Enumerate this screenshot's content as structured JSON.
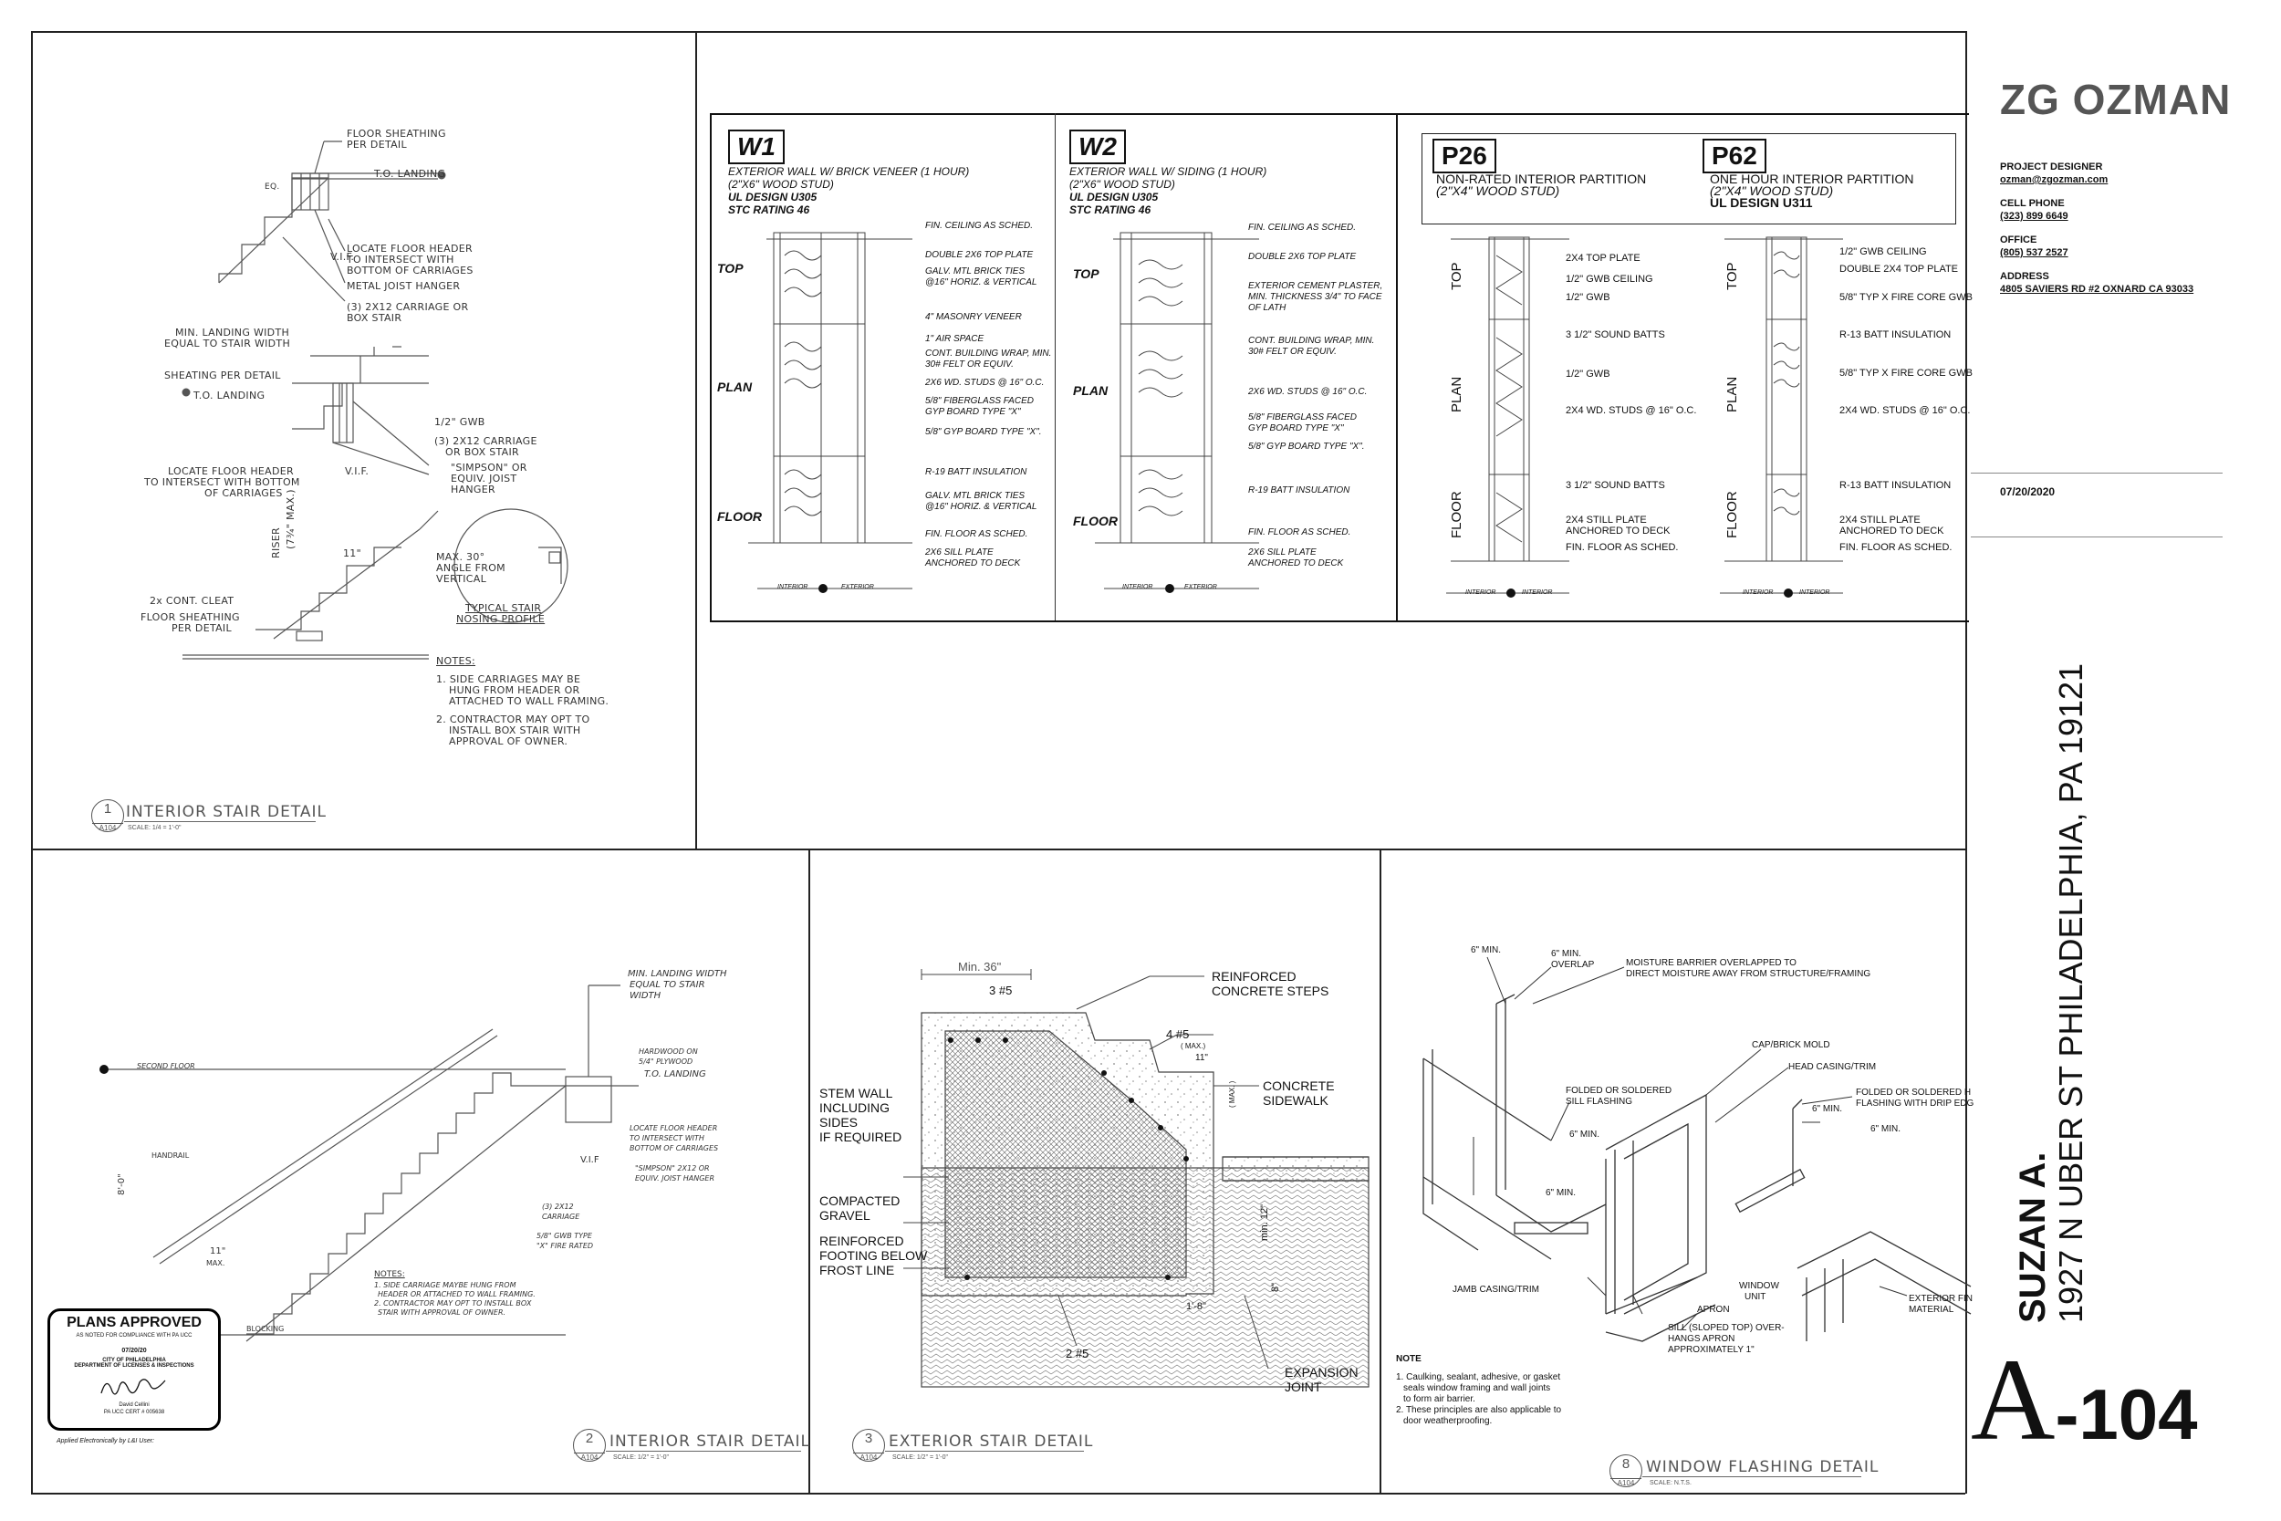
{
  "firm": {
    "name": "ZG OZMAN"
  },
  "contact": {
    "designer_label": "PROJECT DESIGNER",
    "designer_email": "ozman@zgozman.com",
    "cell_label": "CELL PHONE",
    "cell": "(323) 899 6649",
    "office_label": "OFFICE",
    "office": "(805) 537 2527",
    "address_label": "ADDRESS",
    "address": "4805 SAVIERS RD #2 OXNARD CA 93033"
  },
  "date": "07/20/2020",
  "client": {
    "name": "SUZAN A.",
    "address": "1927 N UBER ST PHILADELPHIA, PA 19121"
  },
  "sheet": {
    "prefix": "A",
    "number": "-104"
  },
  "details": {
    "d1": {
      "num": "1",
      "sheet": "A104",
      "title": "INTERIOR STAIR DETAIL",
      "scale": "SCALE: 1/4 = 1'-0\""
    },
    "d2": {
      "num": "2",
      "sheet": "A104",
      "title": "INTERIOR STAIR DETAIL",
      "scale": "SCALE: 1/2\" = 1'-0\""
    },
    "d3": {
      "num": "3",
      "sheet": "A104",
      "title": "EXTERIOR STAIR DETAIL",
      "scale": "SCALE: 1/2\" = 1'-0\""
    },
    "d8": {
      "num": "8",
      "sheet": "A104",
      "title": "WINDOW FLASHING DETAIL",
      "scale": "SCALE: N.T.S."
    }
  },
  "stair1": {
    "floor_sheathing": "FLOOR SHEATHING",
    "per_detail": "PER DETAIL",
    "to_landing": "T.O. LANDING",
    "locate_header_1": "LOCATE FLOOR HEADER",
    "locate_header_2": "TO INTERSECT WITH",
    "locate_header_3": "BOTTOM OF CARRIAGES",
    "metal_joist": "METAL JOIST HANGER",
    "carriage_1": "(3) 2X12 CARRIAGE OR",
    "carriage_2": "BOX STAIR",
    "min_landing_1": "MIN. LANDING WIDTH",
    "min_landing_2": "EQUAL TO STAIR WIDTH",
    "sheating": "SHEATING PER DETAIL",
    "to_landing_2": "T.O. LANDING",
    "gwb": "1/2\" GWB",
    "carriage_b1": "(3) 2X12 CARRIAGE",
    "carriage_b2": "OR BOX STAIR",
    "simpson_1": "\"SIMPSON\" OR",
    "simpson_2": "EQUIV. JOIST",
    "simpson_3": "HANGER",
    "locate_b1": "LOCATE FLOOR HEADER",
    "locate_b2": "TO INTERSECT WITH BOTTOM",
    "locate_b3": "OF CARRIAGES",
    "vif": "V.I.F.",
    "eq": "EQ.",
    "riser": "RISER",
    "riser_max": "(7¾\" MAX.)",
    "tread": "11\"",
    "cleat": "2x CONT. CLEAT",
    "floor_sheath_2": "FLOOR SHEATHING",
    "per_detail_2": "PER DETAIL",
    "max_angle_1": "MAX. 30°",
    "max_angle_2": "ANGLE FROM",
    "max_angle_3": "VERTICAL",
    "nosing_1": "TYPICAL STAIR",
    "nosing_2": "NOSING PROFILE",
    "notes": "NOTES:",
    "note1a": "1.  SIDE CARRIAGES MAY BE",
    "note1b": "HUNG FROM HEADER OR",
    "note1c": "ATTACHED TO WALL FRAMING.",
    "note2a": "2.  CONTRACTOR MAY OPT TO",
    "note2b": "INSTALL BOX STAIR WITH",
    "note2c": "APPROVAL OF OWNER."
  },
  "w1": {
    "tag": "W1",
    "t1": "EXTERIOR WALL W/ BRICK VENEER  (1 HOUR)",
    "t2": "(2\"X6\" WOOD STUD)",
    "t3": "UL DESIGN U305",
    "t4": "STC RATING 46",
    "top": "TOP",
    "plan": "PLAN",
    "floor": "FLOOR",
    "n1": "FIN. CEILING AS SCHED.",
    "n2": "DOUBLE 2X6 TOP PLATE",
    "n3a": "GALV. MTL BRICK TIES",
    "n3b": "@16\" HORIZ. & VERTICAL",
    "n4": "4\" MASONRY VENEER",
    "n5": "1\" AIR SPACE",
    "n6a": "CONT. BUILDING WRAP, MIN.",
    "n6b": "30# FELT OR EQUIV.",
    "n7": "2X6 WD. STUDS @ 16\" O.C.",
    "n8a": "5/8\" FIBERGLASS FACED",
    "n8b": "GYP BOARD TYPE \"X\"",
    "n9": "5/8\" GYP BOARD  TYPE \"X\".",
    "n10": "R-19 BATT INSULATION",
    "n11a": "GALV. MTL BRICK TIES",
    "n11b": "@16\" HORIZ. & VERTICAL",
    "n12": "FIN. FLOOR AS SCHED.",
    "n13a": "2X6 SILL PLATE",
    "n13b": "ANCHORED TO DECK",
    "interior": "INTERIOR",
    "exterior": "EXTERIOR"
  },
  "w2": {
    "tag": "W2",
    "t1": "EXTERIOR WALL W/ SIDING (1 HOUR)",
    "t2": "(2\"X6\" WOOD STUD)",
    "t3": "UL DESIGN U305",
    "t4": "STC RATING 46",
    "top": "TOP",
    "plan": "PLAN",
    "floor": "FLOOR",
    "n1": "FIN. CEILING AS SCHED.",
    "n2": "DOUBLE 2X6 TOP PLATE",
    "n3a": "EXTERIOR CEMENT PLASTER,",
    "n3b": "MIN. THICKNESS 3/4\" TO FACE",
    "n3c": "OF LATH",
    "n4a": "CONT. BUILDING WRAP, MIN.",
    "n4b": "30# FELT OR EQUIV.",
    "n5": "2X6 WD. STUDS @ 16\" O.C.",
    "n6a": "5/8\" FIBERGLASS FACED",
    "n6b": "GYP BOARD TYPE \"X\"",
    "n7": "5/8\" GYP BOARD  TYPE \"X\".",
    "n8": "R-19 BATT INSULATION",
    "n9": "FIN. FLOOR AS SCHED.",
    "n10a": "2X6 SILL PLATE",
    "n10b": "ANCHORED TO DECK",
    "interior": "INTERIOR",
    "exterior": "EXTERIOR"
  },
  "p26": {
    "tag": "P26",
    "t1": "NON-RATED INTERIOR PARTITION",
    "t2": "(2\"X4\" WOOD STUD)",
    "top": "TOP",
    "plan": "PLAN",
    "floor": "FLOOR",
    "n1": "2X4 TOP PLATE",
    "n2": "1/2\" GWB CEILING",
    "n3": "1/2\" GWB",
    "n4": "3 1/2\" SOUND BATTS",
    "n5": "1/2\" GWB",
    "n6": "2X4 WD. STUDS @ 16\" O.C.",
    "n7": "3 1/2\" SOUND BATTS",
    "n8a": "2X4 STILL PLATE",
    "n8b": "ANCHORED TO DECK",
    "n9": "FIN. FLOOR AS SCHED.",
    "interior_l": "INTERIOR",
    "interior_r": "INTERIOR"
  },
  "p62": {
    "tag": "P62",
    "t1": "ONE HOUR INTERIOR PARTITION",
    "t2": "(2\"X4\" WOOD STUD)",
    "t3": "UL DESIGN U311",
    "top": "TOP",
    "plan": "PLAN",
    "floor": "FLOOR",
    "n1": "1/2\" GWB CEILING",
    "n2": "DOUBLE 2X4 TOP PLATE",
    "n3": "5/8\" TYP X FIRE CORE GWB",
    "n4": "R-13 BATT INSULATION",
    "n5": "5/8\" TYP X FIRE CORE GWB",
    "n6": "2X4 WD. STUDS @ 16\" O.C.",
    "n7": "R-13 BATT INSULATION",
    "n8a": "2X4 STILL PLATE",
    "n8b": "ANCHORED TO DECK",
    "n9": "FIN. FLOOR AS SCHED.",
    "interior_l": "INTERIOR",
    "interior_r": "INTERIOR"
  },
  "stair2": {
    "min_1": "MIN. LANDING WIDTH",
    "min_2": "EQUAL TO STAIR",
    "min_3": "WIDTH",
    "second_floor": "SECOND FLOOR",
    "hardwood_1": "HARDWOOD ON",
    "hardwood_2": "5/4\" PLYWOOD",
    "to_landing": "T.O. LANDING",
    "handrail": "HANDRAIL",
    "locate_1": "LOCATE FLOOR HEADER",
    "locate_2": "TO INTERSECT WITH",
    "locate_3": "BOTTOM OF CARRIAGES",
    "vif": "V.I.F",
    "simpson_1": "\"SIMPSON\" 2X12 OR",
    "simpson_2": "EQUIV. JOIST HANGER",
    "carriage_1": "(3) 2X12",
    "carriage_2": "CARRIAGE",
    "gwb_1": "5/8\" GWB TYPE",
    "gwb_2": "\"X\" FIRE RATED",
    "riser": "11\"",
    "max": "MAX.",
    "height": "8'-0\"",
    "blocking": "BLOCKING",
    "notes": "NOTES:",
    "n1a": "1. SIDE CARRIAGE MAYBE HUNG FROM",
    "n1b": "HEADER OR ATTACHED TO WALL FRAMING.",
    "n2a": "2. CONTRACTOR MAY OPT TO INSTALL BOX",
    "n2b": "STAIR WITH APPROVAL OF OWNER."
  },
  "stamp": {
    "title": "PLANS APPROVED",
    "sub": "AS NOTED FOR COMPLIANCE WITH PA UCC",
    "date": "07/20/20",
    "city": "CITY OF PHILADELPHIA",
    "dept": "DEPARTMENT OF LICENSES & INSPECTIONS",
    "name": "David Cellini",
    "cert": "PA UCC CERT # 005638",
    "applied": "Applied Electronically by L&I User:"
  },
  "stair3": {
    "min": "Min. 36\"",
    "bar1": "3 #5",
    "bar2": "4 #5",
    "bar3": "2 #5",
    "steps_1": "REINFORCED",
    "steps_2": "CONCRETE STEPS",
    "max": "( MAX.)",
    "tread": "11\"",
    "riser": "( MAX. )",
    "sidewalk_1": "CONCRETE",
    "sidewalk_2": "SIDEWALK",
    "stem_1": "STEM WALL",
    "stem_2": "INCLUDING",
    "stem_3": "SIDES",
    "stem_4": "IF REQUIRED",
    "gravel_1": "COMPACTED",
    "gravel_2": "GRAVEL",
    "footing_1": "REINFORCED",
    "footing_2": "FOOTING BELOW",
    "footing_3": "FROST LINE",
    "min12": "min. 12\"",
    "d8": "8\"",
    "d18": "1'-8\"",
    "exp_1": "EXPANSION",
    "exp_2": "JOINT"
  },
  "window": {
    "min_a": "6\" MIN.",
    "min_b": "6\" MIN.",
    "overlap": "OVERLAP",
    "moist_1": "MOISTURE BARRIER OVERLAPPED TO",
    "moist_2": "DIRECT MOISTURE AWAY FROM STRUCTURE/FRAMING",
    "cap": "CAP/BRICK MOLD",
    "head": "HEAD CASING/TRIM",
    "folded_1": "FOLDED OR SOLDERED",
    "folded_2": "SILL FLASHING",
    "folded_r1": "FOLDED OR SOLDERED H",
    "folded_r2": "FLASHING WITH DRIP EDG",
    "min_c": "6\" MIN.",
    "min_d": "6\" MIN.",
    "min_e": "6\" MIN.",
    "min_f": "6\" MIN.",
    "jamb": "JAMB CASING/TRIM",
    "unit_1": "WINDOW",
    "unit_2": "UNIT",
    "apron": "APRON",
    "sill_1": "SILL (SLOPED TOP) OVER-",
    "sill_2": "HANGS APRON",
    "sill_3": "APPROXIMATELY 1\"",
    "ext_1": "EXTERIOR FIN",
    "ext_2": "MATERIAL",
    "note": "NOTE",
    "note1a": "1. Caulking, sealant, adhesive, or gasket",
    "note1b": "seals window framing and wall joints",
    "note1c": "to form air barrier.",
    "note2a": "2. These principles are also applicable to",
    "note2b": "door weatherproofing."
  }
}
